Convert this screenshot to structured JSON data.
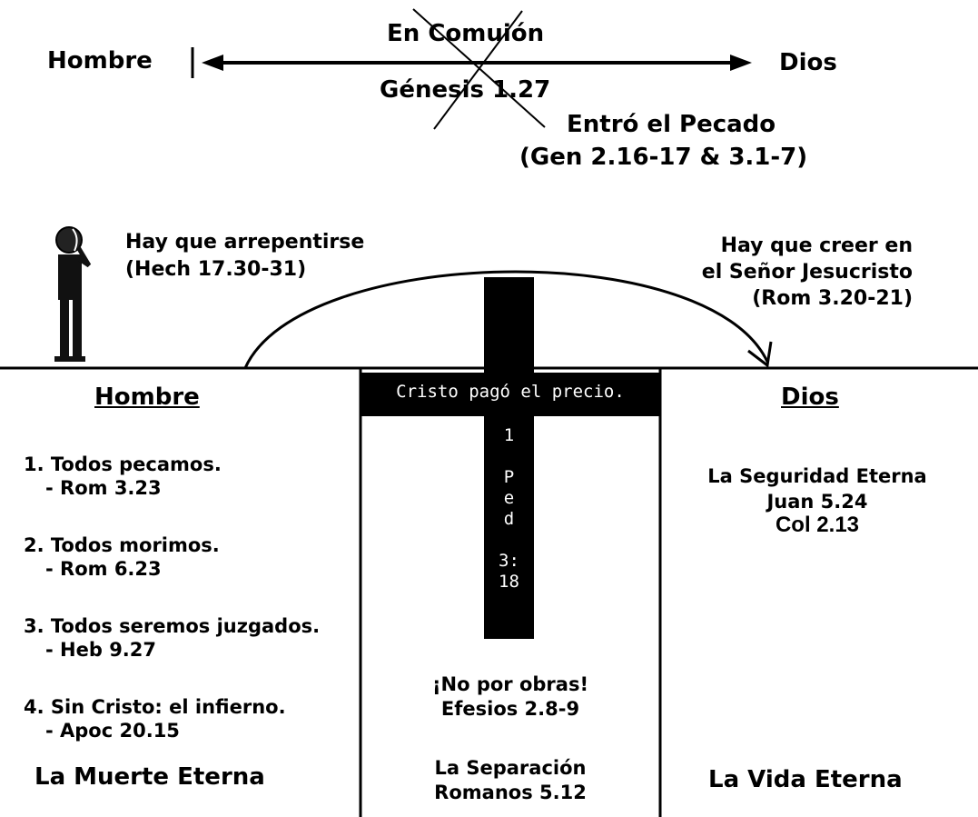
{
  "top": {
    "left_label": "Hombre",
    "right_label": "Dios",
    "above_arrow": "En Comuión",
    "below_arrow": "Génesis 1.27",
    "sin_title": "Entró el Pecado",
    "sin_ref": "(Gen 2.16-17 & 3.1-7)"
  },
  "bridge": {
    "repent": "Hay que arrepentirse\n(Hech 17.30-31)",
    "believe": "Hay que creer en\nel Señor Jesucristo\n(Rom 3.20-21)"
  },
  "cross": {
    "crossbar_text": "Cristo pagó el precio.",
    "vertical_text": [
      "1",
      "",
      "P",
      "e",
      "d",
      "",
      "3:",
      "18"
    ]
  },
  "left": {
    "heading": "Hombre",
    "items": [
      {
        "text": "1. Todos pecamos.",
        "ref": "- Rom 3.23"
      },
      {
        "text": "2. Todos morimos.",
        "ref": "- Rom 6.23"
      },
      {
        "text": "3. Todos seremos juzgados.",
        "ref": "- Heb 9.27"
      },
      {
        "text": "4. Sin Cristo: el infierno.",
        "ref": "- Apoc 20.15"
      }
    ],
    "footer": "La Muerte Eterna"
  },
  "middle": {
    "works": "¡No por obras!\nEfesios 2.8-9",
    "separation": "La Separación\nRomanos 5.12"
  },
  "right": {
    "heading": "Dios",
    "security": "La Seguridad Eterna\nJuan 5.24",
    "col": "Col 2.13",
    "footer": "La Vida Eterna"
  }
}
